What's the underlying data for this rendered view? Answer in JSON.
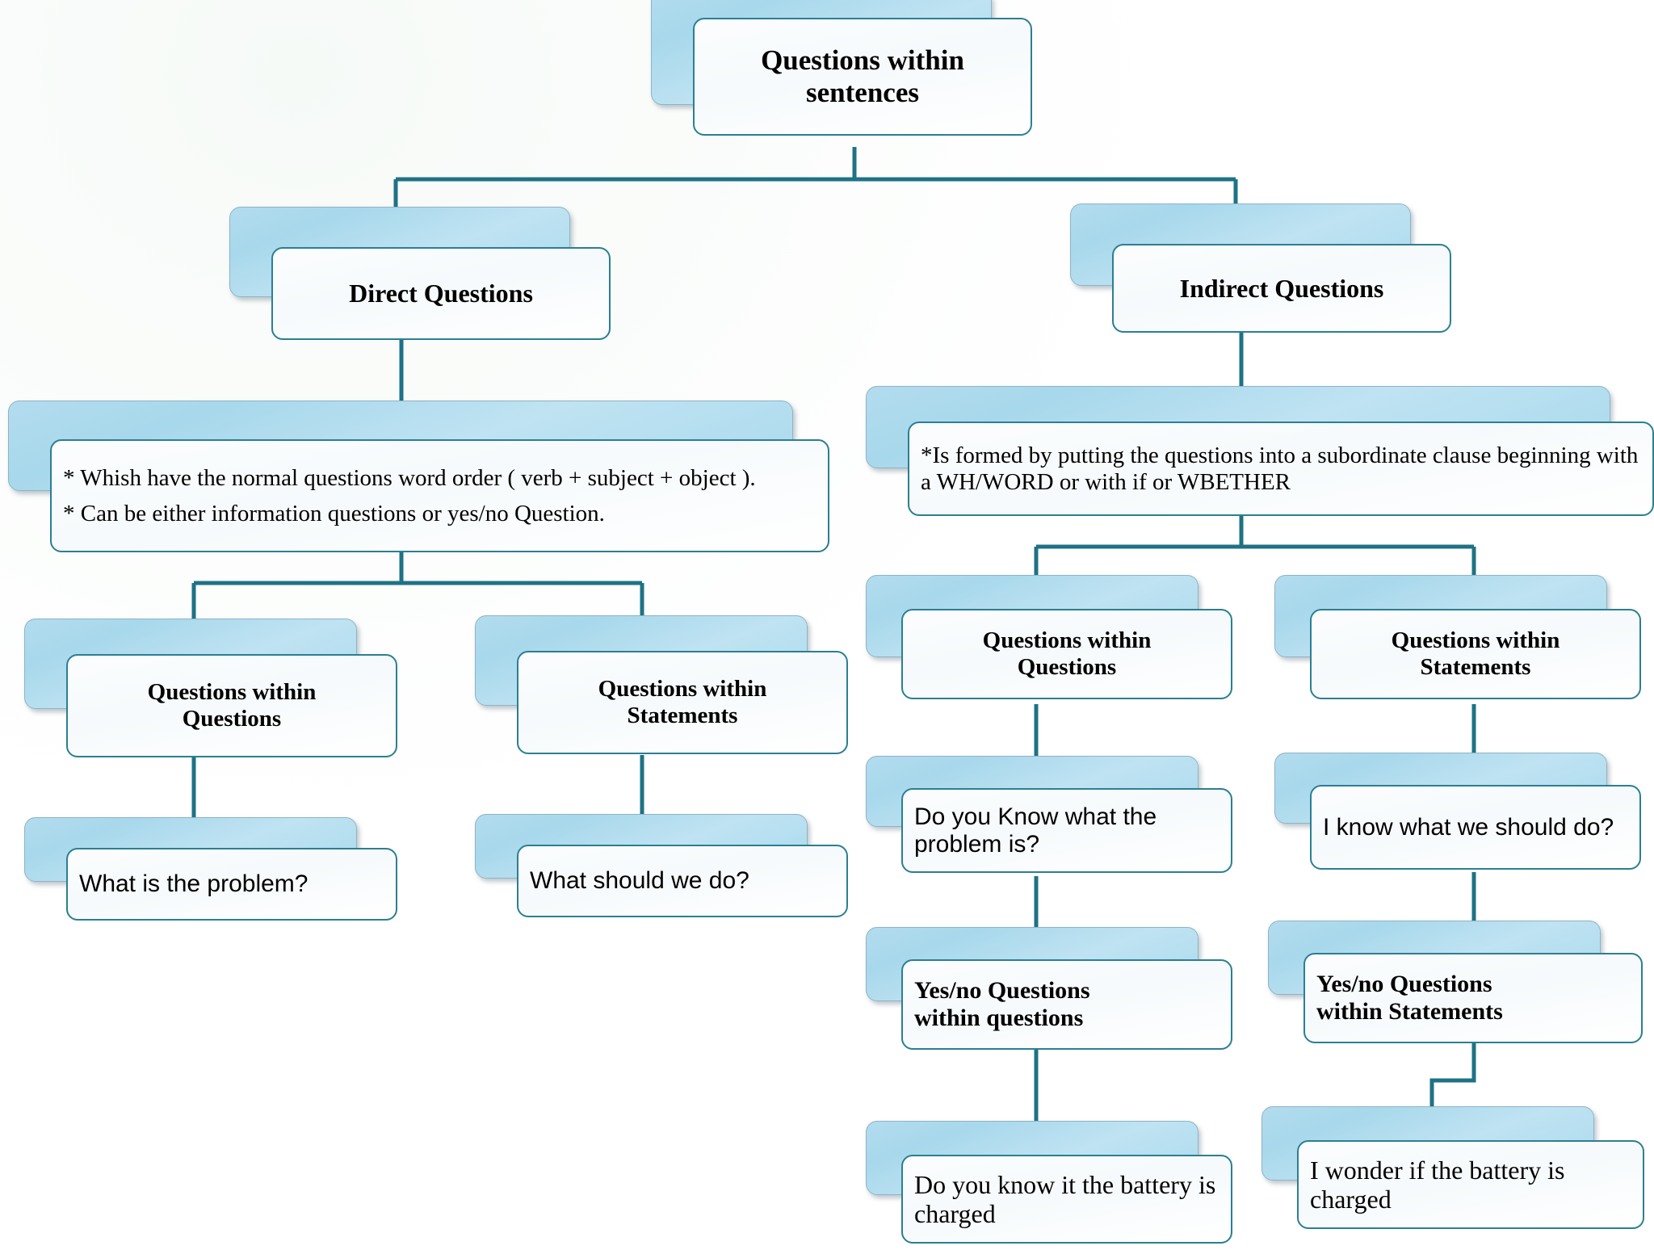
{
  "diagram": {
    "title": "Questions within sentences",
    "theme": {
      "node_border": "#2b7f93",
      "node_shadow_fill": "#a8d8ec",
      "connector": "#1f7285",
      "card_fill": "#fbfdfe",
      "sidebar_beige": "#efe3bf"
    },
    "nodes": {
      "root": {
        "label": "Questions within\nsentences",
        "text": "Questions within sentences"
      },
      "direct": {
        "text": "Direct Questions"
      },
      "indirect": {
        "text": "Indirect Questions"
      },
      "direct_desc_line1": "* Whish have the normal questions word  order ( verb + subject + object ).",
      "direct_desc_line2": "* Can be either information questions or yes/no Question.",
      "indirect_desc": "*Is formed by putting the questions into a subordinate clause beginning with a WH/WORD or with if or WBETHER",
      "d_qwq": {
        "text": "Questions within\nQuestions"
      },
      "d_qws": {
        "text": "Questions within\nStatements"
      },
      "d_qwq_ex": {
        "text": "What is the problem?"
      },
      "d_qws_ex": {
        "text": "What should we do?"
      },
      "i_qwq": {
        "text": "Questions within\nQuestions"
      },
      "i_qws": {
        "text": "Questions within\nStatements"
      },
      "i_qwq_ex": {
        "text": "Do you Know what the problem is?"
      },
      "i_qws_ex": {
        "text": "I know what we should do?"
      },
      "i_yn_q": {
        "text": "Yes/no Questions\nwithin questions"
      },
      "i_yn_s": {
        "text": "Yes/no Questions\nwithin Statements"
      },
      "i_yn_q_ex": {
        "text": "Do you know it the battery is charged"
      },
      "i_yn_s_ex": {
        "text": "I wonder if the battery is charged"
      }
    }
  }
}
